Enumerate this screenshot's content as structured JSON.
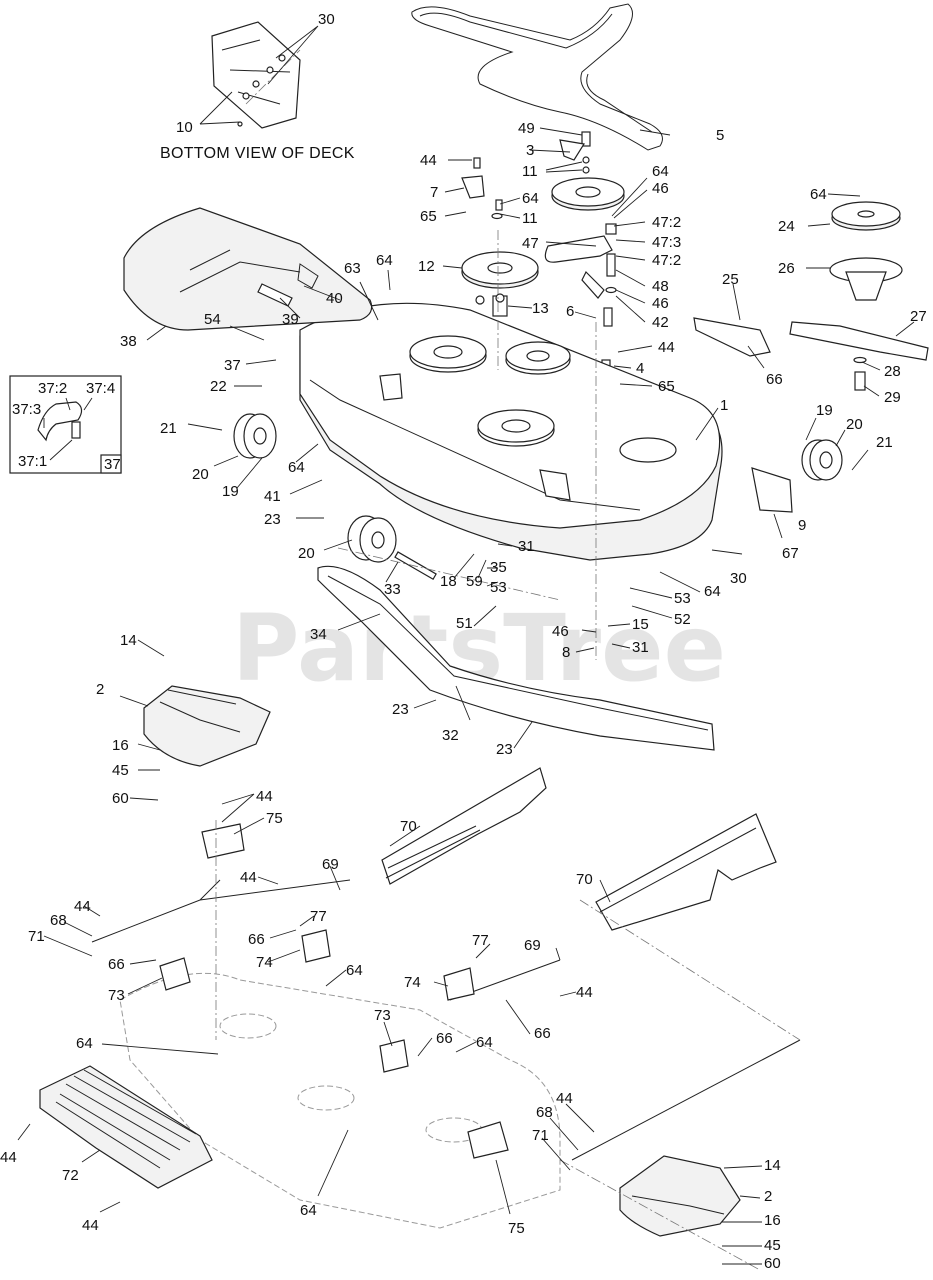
{
  "watermark": "PartsTree",
  "caption": "BOTTOM VIEW OF DECK",
  "inset_box_number": "37",
  "callouts": [
    {
      "id": "c30a",
      "text": "30"
    },
    {
      "id": "c10",
      "text": "10"
    },
    {
      "id": "c49",
      "text": "49"
    },
    {
      "id": "c5",
      "text": "5"
    },
    {
      "id": "c3",
      "text": "3"
    },
    {
      "id": "c44a",
      "text": "44"
    },
    {
      "id": "c11a",
      "text": "11"
    },
    {
      "id": "c7",
      "text": "7"
    },
    {
      "id": "c64a",
      "text": "64"
    },
    {
      "id": "c65a",
      "text": "65"
    },
    {
      "id": "c11b",
      "text": "11"
    },
    {
      "id": "c64b",
      "text": "64"
    },
    {
      "id": "c46a",
      "text": "46"
    },
    {
      "id": "c47_2a",
      "text": "47:2"
    },
    {
      "id": "c47",
      "text": "47"
    },
    {
      "id": "c47_3",
      "text": "47:3"
    },
    {
      "id": "c47_2b",
      "text": "47:2"
    },
    {
      "id": "c48",
      "text": "48"
    },
    {
      "id": "c46b",
      "text": "46"
    },
    {
      "id": "c42",
      "text": "42"
    },
    {
      "id": "c12",
      "text": "12"
    },
    {
      "id": "c13",
      "text": "13"
    },
    {
      "id": "c63",
      "text": "63"
    },
    {
      "id": "c64c",
      "text": "64"
    },
    {
      "id": "c40",
      "text": "40"
    },
    {
      "id": "c39",
      "text": "39"
    },
    {
      "id": "c38",
      "text": "38"
    },
    {
      "id": "c54",
      "text": "54"
    },
    {
      "id": "c37",
      "text": "37"
    },
    {
      "id": "c22",
      "text": "22"
    },
    {
      "id": "c6",
      "text": "6"
    },
    {
      "id": "c44b",
      "text": "44"
    },
    {
      "id": "c4",
      "text": "4"
    },
    {
      "id": "c65b",
      "text": "65"
    },
    {
      "id": "c64d",
      "text": "64"
    },
    {
      "id": "c24",
      "text": "24"
    },
    {
      "id": "c26",
      "text": "26"
    },
    {
      "id": "c25",
      "text": "25"
    },
    {
      "id": "c27",
      "text": "27"
    },
    {
      "id": "c66a",
      "text": "66"
    },
    {
      "id": "c28",
      "text": "28"
    },
    {
      "id": "c29",
      "text": "29"
    },
    {
      "id": "c1",
      "text": "1"
    },
    {
      "id": "c19a",
      "text": "19"
    },
    {
      "id": "c20a",
      "text": "20"
    },
    {
      "id": "c21a",
      "text": "21"
    },
    {
      "id": "c9",
      "text": "9"
    },
    {
      "id": "c67",
      "text": "67"
    },
    {
      "id": "c30b",
      "text": "30"
    },
    {
      "id": "c64e",
      "text": "64"
    },
    {
      "id": "c21b",
      "text": "21"
    },
    {
      "id": "c20b",
      "text": "20"
    },
    {
      "id": "c19b",
      "text": "19"
    },
    {
      "id": "c64f",
      "text": "64"
    },
    {
      "id": "c41",
      "text": "41"
    },
    {
      "id": "c23a",
      "text": "23"
    },
    {
      "id": "c20c",
      "text": "20"
    },
    {
      "id": "c33",
      "text": "33"
    },
    {
      "id": "c18",
      "text": "18"
    },
    {
      "id": "c59",
      "text": "59"
    },
    {
      "id": "c31a",
      "text": "31"
    },
    {
      "id": "c35",
      "text": "35"
    },
    {
      "id": "c53a",
      "text": "53"
    },
    {
      "id": "c53b",
      "text": "53"
    },
    {
      "id": "c52",
      "text": "52"
    },
    {
      "id": "c51",
      "text": "51"
    },
    {
      "id": "c34",
      "text": "34"
    },
    {
      "id": "c46c",
      "text": "46"
    },
    {
      "id": "c15",
      "text": "15"
    },
    {
      "id": "c8",
      "text": "8"
    },
    {
      "id": "c31b",
      "text": "31"
    },
    {
      "id": "c23b",
      "text": "23"
    },
    {
      "id": "c32",
      "text": "32"
    },
    {
      "id": "c23c",
      "text": "23"
    },
    {
      "id": "c14a",
      "text": "14"
    },
    {
      "id": "c2a",
      "text": "2"
    },
    {
      "id": "c16a",
      "text": "16"
    },
    {
      "id": "c45a",
      "text": "45"
    },
    {
      "id": "c60a",
      "text": "60"
    },
    {
      "id": "c44c",
      "text": "44"
    },
    {
      "id": "c75a",
      "text": "75"
    },
    {
      "id": "c70a",
      "text": "70"
    },
    {
      "id": "c69a",
      "text": "69"
    },
    {
      "id": "c44d",
      "text": "44"
    },
    {
      "id": "c44e",
      "text": "44"
    },
    {
      "id": "c68a",
      "text": "68"
    },
    {
      "id": "c71a",
      "text": "71"
    },
    {
      "id": "c77a",
      "text": "77"
    },
    {
      "id": "c66b",
      "text": "66"
    },
    {
      "id": "c74a",
      "text": "74"
    },
    {
      "id": "c66c",
      "text": "66"
    },
    {
      "id": "c73a",
      "text": "73"
    },
    {
      "id": "c64g",
      "text": "64"
    },
    {
      "id": "c70b",
      "text": "70"
    },
    {
      "id": "c77b",
      "text": "77"
    },
    {
      "id": "c69b",
      "text": "69"
    },
    {
      "id": "c74b",
      "text": "74"
    },
    {
      "id": "c44f",
      "text": "44"
    },
    {
      "id": "c66d",
      "text": "66"
    },
    {
      "id": "c73b",
      "text": "73"
    },
    {
      "id": "c66e",
      "text": "66"
    },
    {
      "id": "c64h",
      "text": "64"
    },
    {
      "id": "c64i",
      "text": "64"
    },
    {
      "id": "c44g",
      "text": "44"
    },
    {
      "id": "c72",
      "text": "72"
    },
    {
      "id": "c44h",
      "text": "44"
    },
    {
      "id": "c64j",
      "text": "64"
    },
    {
      "id": "c75b",
      "text": "75"
    },
    {
      "id": "c44i",
      "text": "44"
    },
    {
      "id": "c68b",
      "text": "68"
    },
    {
      "id": "c71b",
      "text": "71"
    },
    {
      "id": "c14b",
      "text": "14"
    },
    {
      "id": "c2b",
      "text": "2"
    },
    {
      "id": "c16b",
      "text": "16"
    },
    {
      "id": "c45b",
      "text": "45"
    },
    {
      "id": "c60b",
      "text": "60"
    }
  ],
  "inset_callouts": [
    {
      "id": "i37_2",
      "text": "37:2"
    },
    {
      "id": "i37_4",
      "text": "37:4"
    },
    {
      "id": "i37_3",
      "text": "37:3"
    },
    {
      "id": "i37_1",
      "text": "37:1"
    }
  ]
}
